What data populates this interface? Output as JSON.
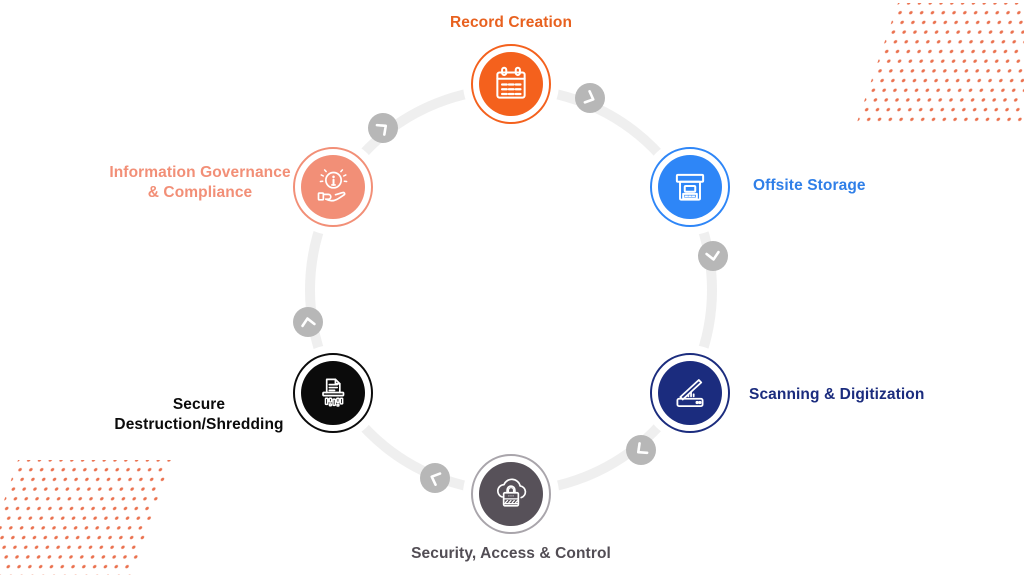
{
  "diagram": {
    "name": "records-management-lifecycle",
    "track_color": "#EFEFEF",
    "nodes": [
      {
        "id": "record-creation",
        "label": "Record Creation",
        "color": "#F4611D",
        "text_color": "#E8611F",
        "icon": "calendar-icon"
      },
      {
        "id": "offsite-storage",
        "label": "Offsite Storage",
        "color": "#2E86F7",
        "text_color": "#2F7FE8",
        "icon": "storage-box-icon"
      },
      {
        "id": "scanning-digitization",
        "label": "Scanning & Digitization",
        "color": "#1B2C7E",
        "text_color": "#1B2C7E",
        "icon": "scanner-icon"
      },
      {
        "id": "security-access-control",
        "label": "Security, Access & Control",
        "color": "#575159",
        "text_color": "#524D54",
        "icon": "cloud-lock-icon"
      },
      {
        "id": "secure-destruction-shredding",
        "label_line1": "Secure",
        "label_line2": "Destruction/Shredding",
        "color": "#0B0B0B",
        "text_color": "#0B0B0B",
        "icon": "document-shredder-icon"
      },
      {
        "id": "information-governance-compliance",
        "label_line1": "Information Governance",
        "label_line2": "& Compliance",
        "color": "#F28F77",
        "text_color": "#F28F77",
        "icon": "info-hand-icon"
      }
    ],
    "flow": {
      "icon": "chevron-icon",
      "count": 6,
      "color": "#B7B7B7",
      "direction": "clockwise"
    },
    "decor": {
      "dot_color": "#E8623C",
      "dot_fields": [
        "top-right",
        "bottom-left"
      ]
    }
  }
}
